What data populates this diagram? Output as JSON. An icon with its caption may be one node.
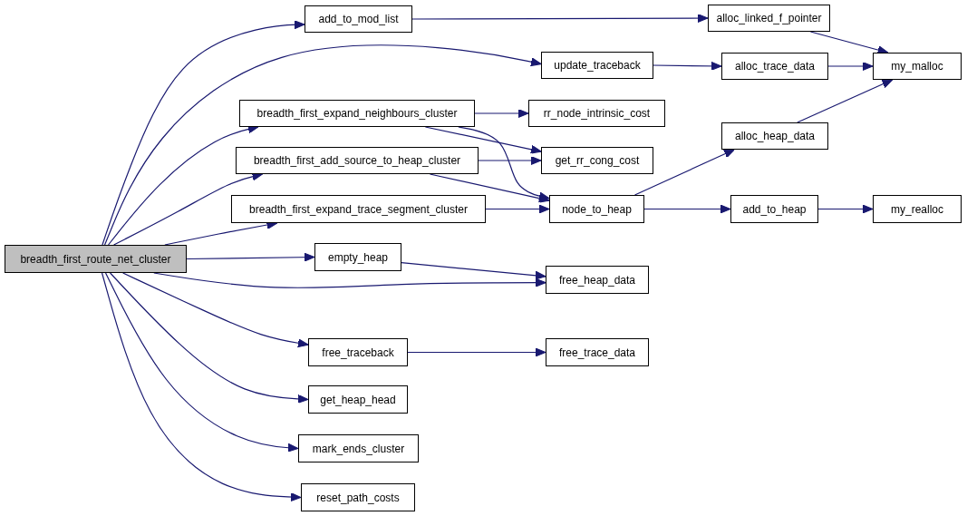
{
  "diagram": {
    "nodes": [
      {
        "text": [
          "breadth_first_route_net_cluster"
        ]
      },
      {
        "text": [
          "add_to_mod_list"
        ]
      },
      {
        "text": [
          "alloc_linked_f_pointer"
        ]
      },
      {
        "text": [
          "update_traceback"
        ]
      },
      {
        "text": [
          "alloc_trace_data"
        ]
      },
      {
        "text": [
          "my_malloc"
        ]
      },
      {
        "text": [
          "breadth_first_expand_neighbours_cluster"
        ]
      },
      {
        "text": [
          "rr_node_intrinsic_cost"
        ]
      },
      {
        "text": [
          "alloc_heap_data"
        ]
      },
      {
        "text": [
          "breadth_first_add_source_to_heap_cluster"
        ]
      },
      {
        "text": [
          "get_rr_cong_cost"
        ]
      },
      {
        "text": [
          "breadth_first_expand_trace_segment_cluster"
        ]
      },
      {
        "text": [
          "node_to_heap"
        ]
      },
      {
        "text": [
          "add_to_heap"
        ]
      },
      {
        "text": [
          "my_realloc"
        ]
      },
      {
        "text": [
          "empty_heap"
        ]
      },
      {
        "text": [
          "free_heap_data"
        ]
      },
      {
        "text": [
          "free_traceback"
        ]
      },
      {
        "text": [
          "free_trace_data"
        ]
      },
      {
        "text": [
          "get_heap_head"
        ]
      },
      {
        "text": [
          "mark_ends_cluster"
        ]
      },
      {
        "text": [
          "reset_path_costs"
        ]
      }
    ],
    "edges": [
      {
        "from": 0,
        "to": 1,
        "arrow": "to"
      },
      {
        "from": 0,
        "to": 3,
        "arrow": "to"
      },
      {
        "from": 0,
        "to": 6,
        "arrow": "to"
      },
      {
        "from": 0,
        "to": 9,
        "arrow": "to"
      },
      {
        "from": 0,
        "to": 11,
        "arrow": "to"
      },
      {
        "from": 0,
        "to": 15,
        "arrow": "to"
      },
      {
        "from": 0,
        "to": 16,
        "arrow": "to"
      },
      {
        "from": 0,
        "to": 17,
        "arrow": "to"
      },
      {
        "from": 0,
        "to": 19,
        "arrow": "to"
      },
      {
        "from": 0,
        "to": 20,
        "arrow": "to"
      },
      {
        "from": 0,
        "to": 21,
        "arrow": "to"
      },
      {
        "from": 1,
        "to": 2,
        "arrow": "to"
      },
      {
        "from": 2,
        "to": 5,
        "arrow": "to"
      },
      {
        "from": 3,
        "to": 4,
        "arrow": "to"
      },
      {
        "from": 4,
        "to": 5,
        "arrow": "to"
      },
      {
        "from": 6,
        "to": 7,
        "arrow": "to"
      },
      {
        "from": 6,
        "to": 10,
        "arrow": "to"
      },
      {
        "from": 6,
        "to": 12,
        "arrow": "to"
      },
      {
        "from": 9,
        "to": 10,
        "arrow": "to"
      },
      {
        "from": 9,
        "to": 12,
        "arrow": "to"
      },
      {
        "from": 11,
        "to": 12,
        "arrow": "to"
      },
      {
        "from": 12,
        "to": 8,
        "arrow": "to"
      },
      {
        "from": 12,
        "to": 13,
        "arrow": "to"
      },
      {
        "from": 8,
        "to": 5,
        "arrow": "to"
      },
      {
        "from": 13,
        "to": 14,
        "arrow": "to"
      },
      {
        "from": 15,
        "to": 16,
        "arrow": "to"
      },
      {
        "from": 17,
        "to": 18,
        "arrow": "to"
      }
    ]
  }
}
